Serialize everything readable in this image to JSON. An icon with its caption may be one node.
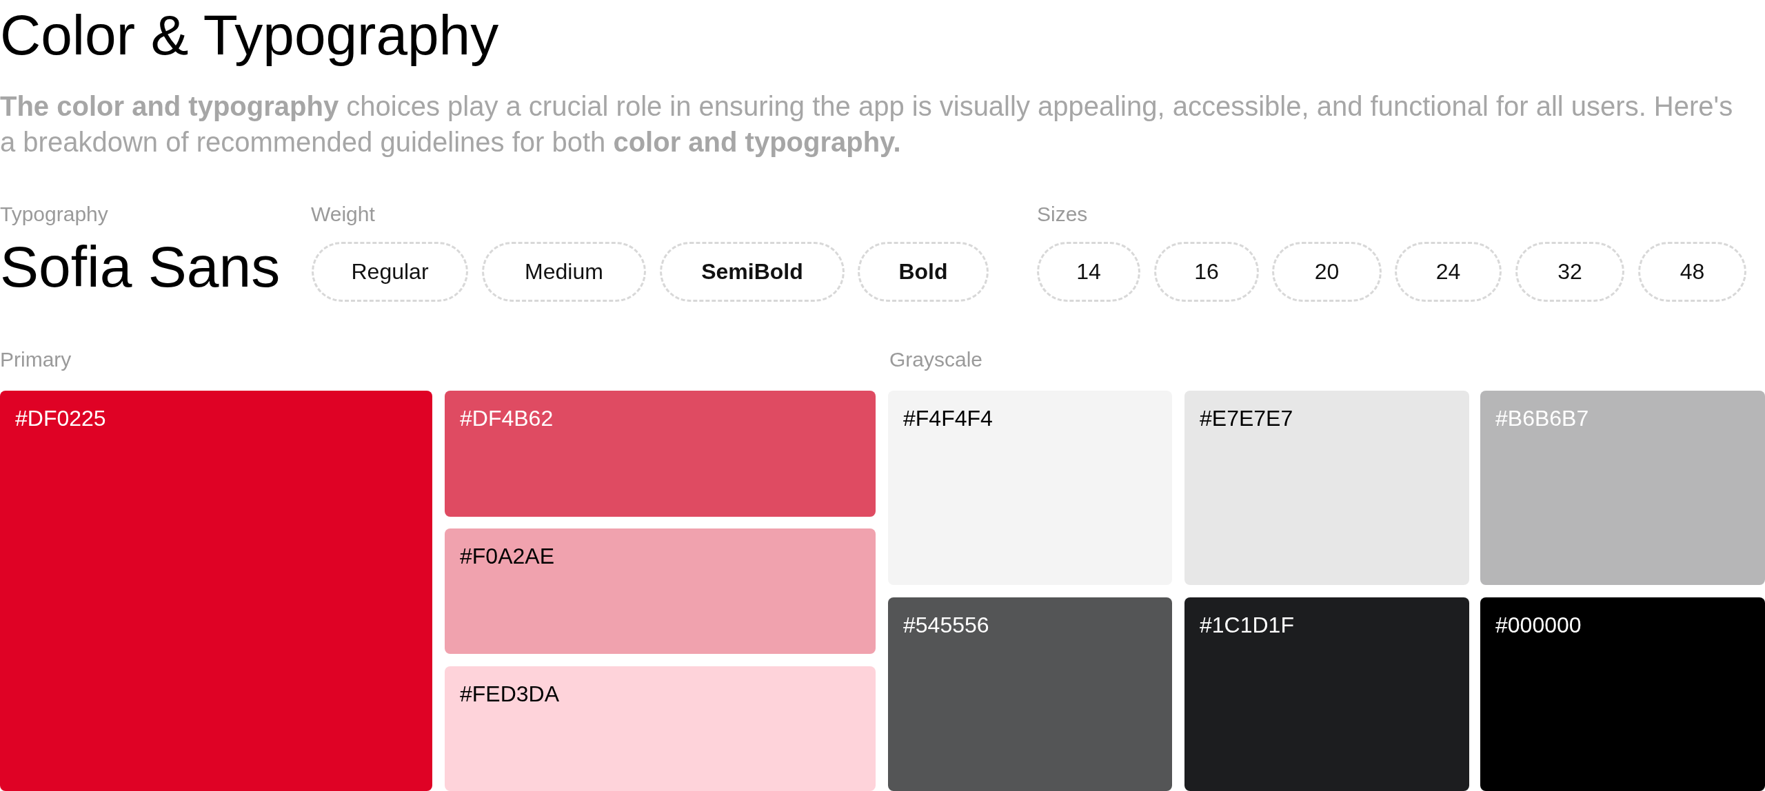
{
  "diagram": {
    "title": "Color & Typography",
    "nodes": [
      {
        "text": [
          "Regular"
        ]
      },
      {
        "text": [
          "Medium"
        ]
      },
      {
        "text": [
          "SemiBold"
        ]
      },
      {
        "text": [
          "Bold"
        ]
      },
      {
        "text": [
          "14"
        ]
      },
      {
        "text": [
          "16"
        ]
      },
      {
        "text": [
          "20"
        ]
      },
      {
        "text": [
          "24"
        ]
      },
      {
        "text": [
          "32"
        ]
      },
      {
        "text": [
          "48"
        ]
      },
      {
        "text": [
          "#DF0225"
        ]
      },
      {
        "text": [
          "#DF4B62"
        ]
      },
      {
        "text": [
          "#F0A2AE"
        ]
      },
      {
        "text": [
          "#FED3DA"
        ]
      },
      {
        "text": [
          "#F4F4F4"
        ]
      },
      {
        "text": [
          "#E7E7E7"
        ]
      },
      {
        "text": [
          "#B6B6B7"
        ]
      },
      {
        "text": [
          "#545556"
        ]
      },
      {
        "text": [
          "#1C1D1F"
        ]
      },
      {
        "text": [
          "#000000"
        ]
      }
    ],
    "labels": [
      "**The color and typography** choices play a crucial role in ensuring the app is visually appealing, accessible, and functional for all users. Here's a breakdown of recommended guidelines for both **color and typography.**",
      "Typography",
      "Weight",
      "Sizes",
      "Sofia Sans",
      "Primary",
      "Grayscale"
    ]
  }
}
